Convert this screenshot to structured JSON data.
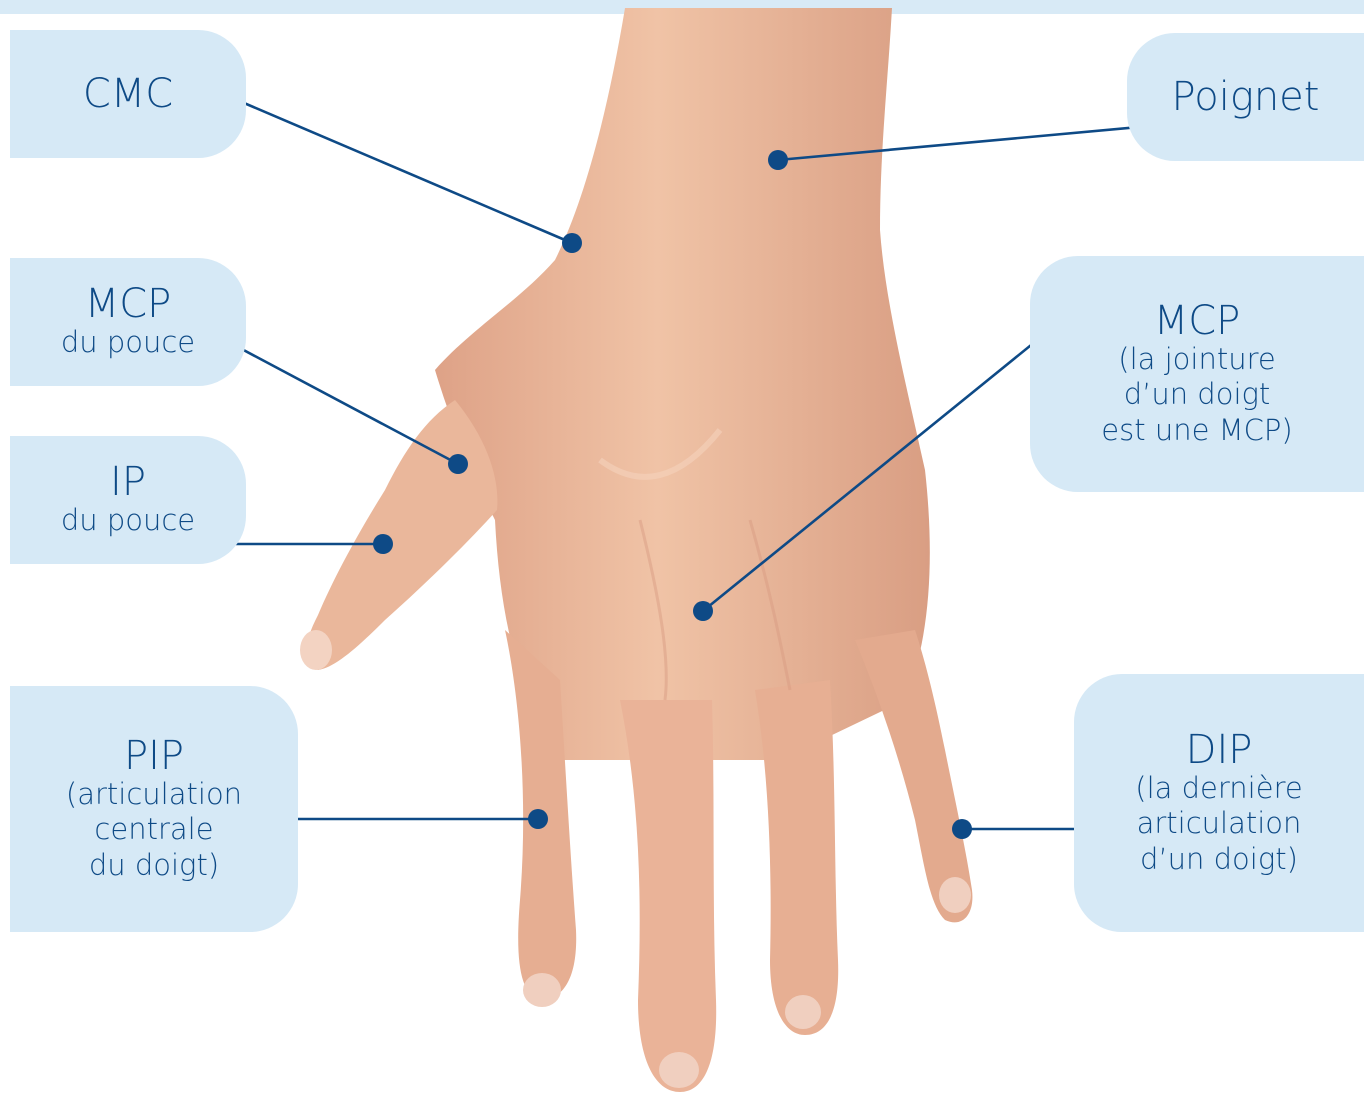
{
  "colors": {
    "banner": "#d8eaf6",
    "label_background": "#d6e9f6",
    "label_text": "#0e4a86",
    "leader_line": "#0e4a86",
    "skin": "#e9b496"
  },
  "labels": {
    "cmc": {
      "title": "CMC"
    },
    "poignet": {
      "title": "Poignet"
    },
    "mcp_pouce": {
      "title": "MCP",
      "subtitle": "du pouce"
    },
    "ip_pouce": {
      "title": "IP",
      "subtitle": "du pouce"
    },
    "mcp_doigt": {
      "title": "MCP",
      "lines": [
        "(la jointure",
        "d’un doigt",
        "est une MCP)"
      ]
    },
    "pip": {
      "title": "PIP",
      "lines": [
        "(articulation",
        "centrale",
        "du doigt)"
      ]
    },
    "dip": {
      "title": "DIP",
      "lines": [
        "(la dernière",
        "articulation",
        "d’un doigt)"
      ]
    }
  }
}
